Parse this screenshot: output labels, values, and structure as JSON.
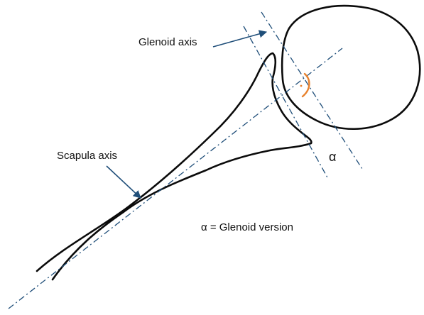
{
  "labels": {
    "glenoid_axis": "Glenoid axis",
    "scapula_axis": "Scapula axis",
    "alpha": "α",
    "glenoid_version": "α = Glenoid version"
  },
  "colors": {
    "outline": "#0b0b0b",
    "axis": "#1f4e79",
    "arrow": "#1f4e79",
    "angle_arc": "#e8812c"
  }
}
